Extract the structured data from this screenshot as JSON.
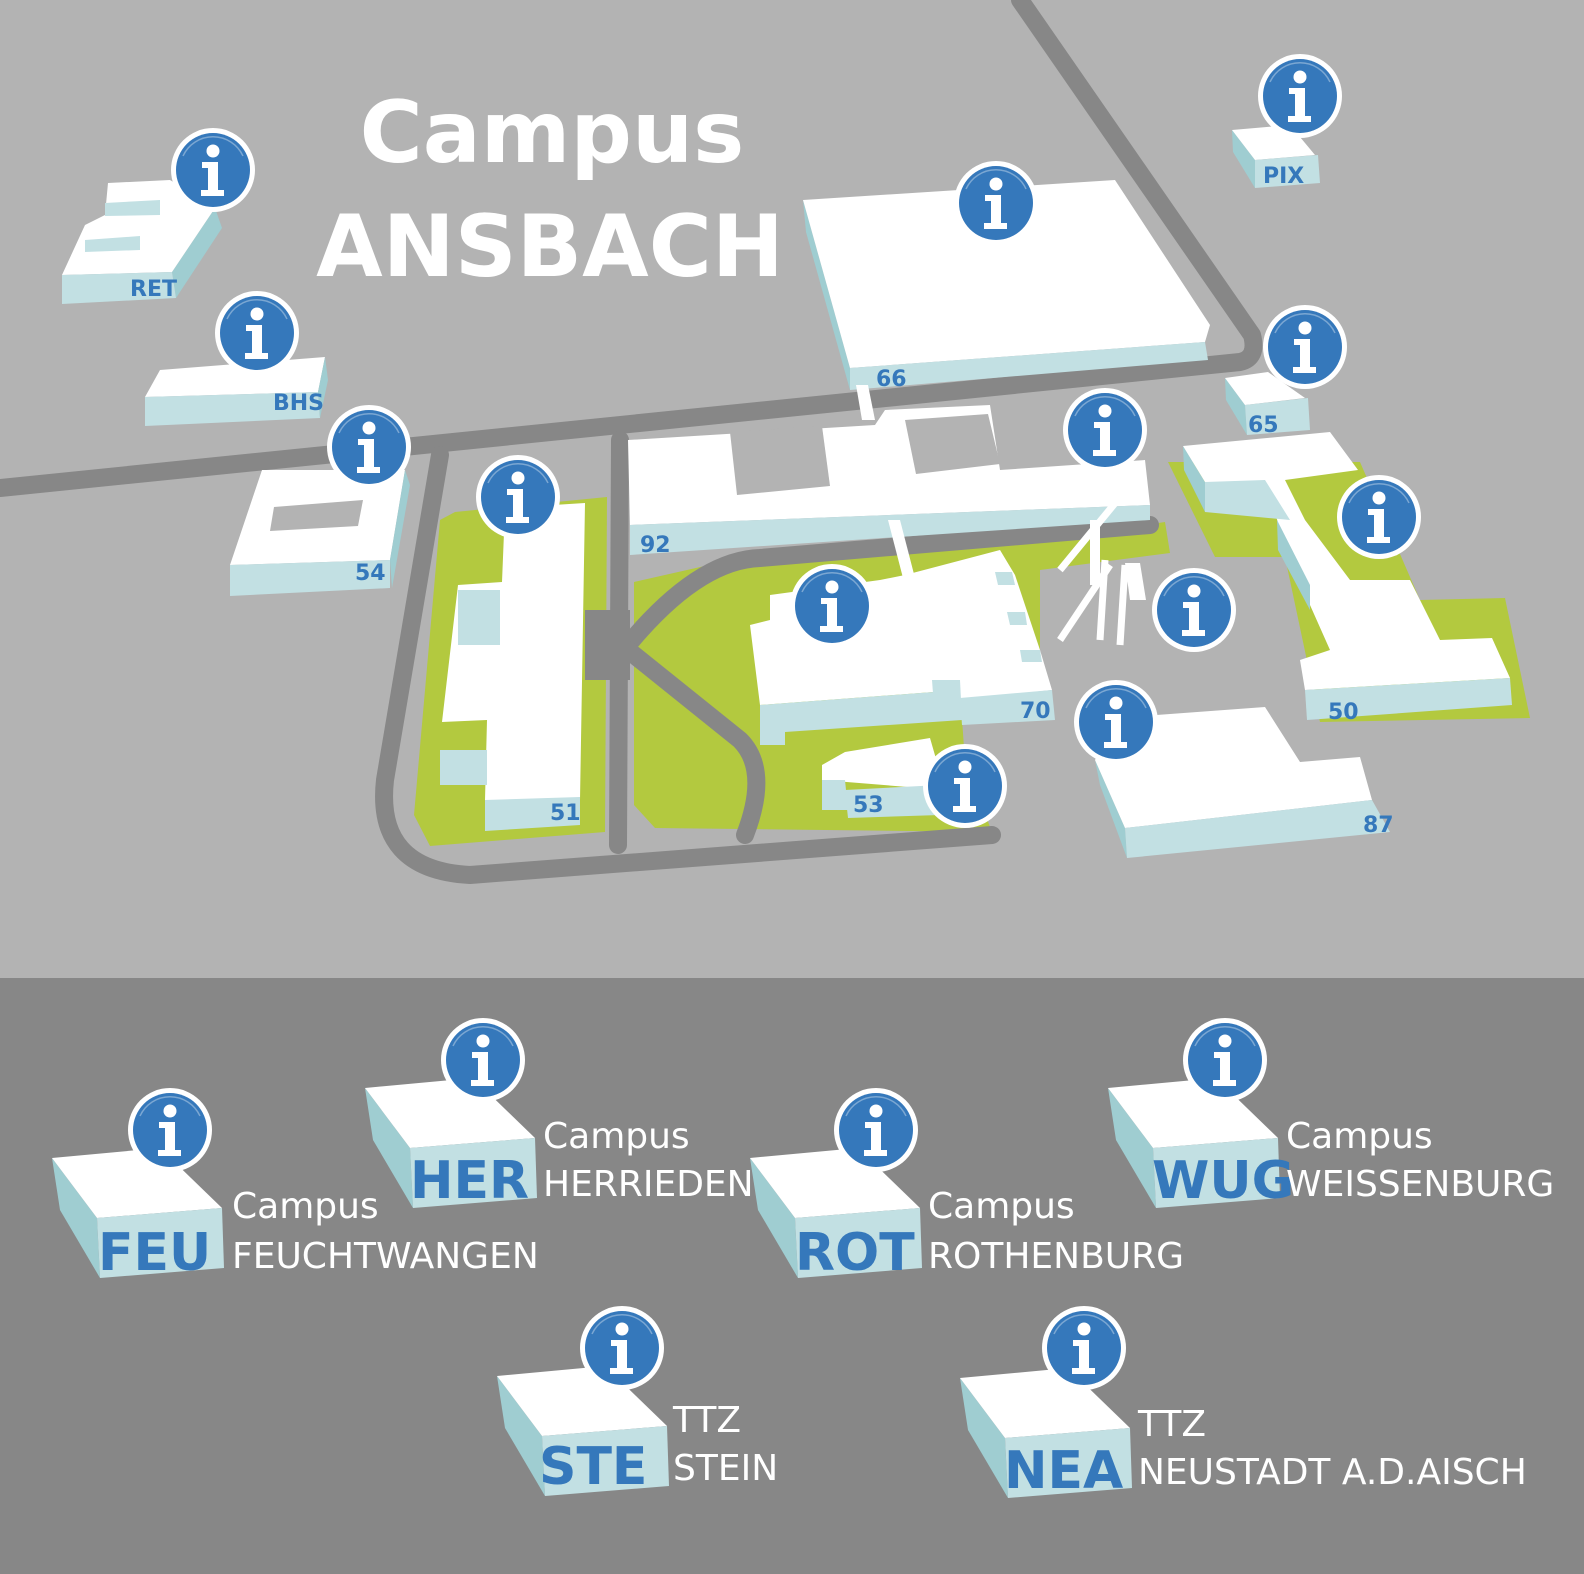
{
  "title": {
    "line1": "Campus",
    "line2": "ANSBACH"
  },
  "colors": {
    "background": "#b3b3b3",
    "lower_background": "#878787",
    "road": "#878787",
    "green": "#b3c93f",
    "building_top": "#ffffff",
    "building_face": "#c2e0e3",
    "building_side": "#9fcdd1",
    "info_blue": "#3578bb"
  },
  "info_icon": {
    "glyph": "i",
    "icon": "info-icon"
  },
  "buildings": {
    "ret": "RET",
    "bhs": "BHS",
    "b54": "54",
    "b51": "51",
    "b66": "66",
    "pix": "PIX",
    "b65": "65",
    "b92": "92",
    "b50": "50",
    "b70": "70",
    "b53": "53",
    "b87": "87"
  },
  "campuses": [
    {
      "code": "FEU",
      "line1": "Campus",
      "line2": "FEUCHTWANGEN"
    },
    {
      "code": "HER",
      "line1": "Campus",
      "line2": "HERRIEDEN"
    },
    {
      "code": "ROT",
      "line1": "Campus",
      "line2": "ROTHENBURG"
    },
    {
      "code": "WUG",
      "line1": "Campus",
      "line2": "WEISSENBURG"
    },
    {
      "code": "STE",
      "line1": "TTZ",
      "line2": "STEIN"
    },
    {
      "code": "NEA",
      "line1": "TTZ",
      "line2": "NEUSTADT A.D.AISCH"
    }
  ]
}
